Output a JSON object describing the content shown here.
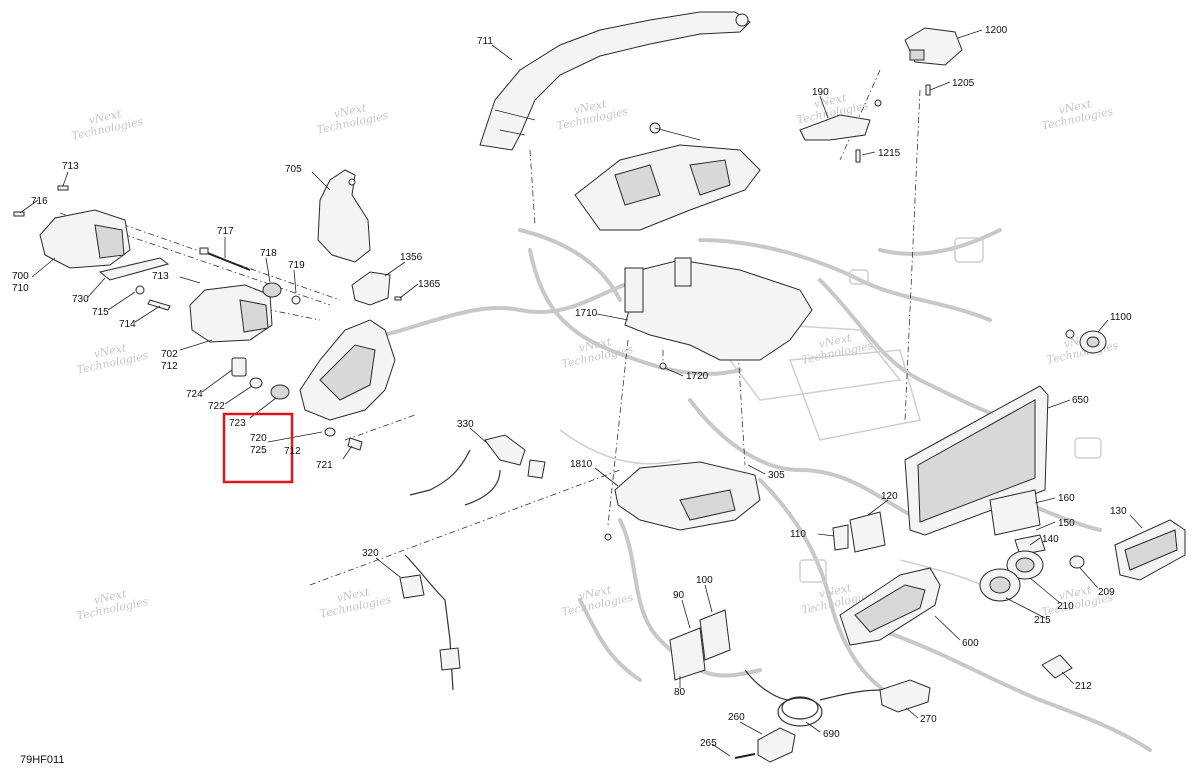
{
  "figure_code": "79HF011",
  "watermark": {
    "line1": "vNext",
    "line2": "Technologies"
  },
  "highlight_color": "#e0161d",
  "callouts": [
    {
      "id": "c711",
      "label": "711"
    },
    {
      "id": "c1200",
      "label": "1200"
    },
    {
      "id": "c1205",
      "label": "1205"
    },
    {
      "id": "c190",
      "label": "190"
    },
    {
      "id": "c1215",
      "label": "1215"
    },
    {
      "id": "c713a",
      "label": "713"
    },
    {
      "id": "c716",
      "label": "716"
    },
    {
      "id": "c705",
      "label": "705"
    },
    {
      "id": "c717",
      "label": "717"
    },
    {
      "id": "c718",
      "label": "718"
    },
    {
      "id": "c719",
      "label": "719"
    },
    {
      "id": "c1356",
      "label": "1356"
    },
    {
      "id": "c1365",
      "label": "1365"
    },
    {
      "id": "c700",
      "label": "700"
    },
    {
      "id": "c710",
      "label": "710"
    },
    {
      "id": "c713b",
      "label": "713"
    },
    {
      "id": "c730",
      "label": "730"
    },
    {
      "id": "c715",
      "label": "715"
    },
    {
      "id": "c714",
      "label": "714"
    },
    {
      "id": "c1710",
      "label": "1710"
    },
    {
      "id": "c1100",
      "label": "1100"
    },
    {
      "id": "c702",
      "label": "702"
    },
    {
      "id": "c712a",
      "label": "712"
    },
    {
      "id": "c1720",
      "label": "1720"
    },
    {
      "id": "c724",
      "label": "724"
    },
    {
      "id": "c722",
      "label": "722"
    },
    {
      "id": "c650",
      "label": "650"
    },
    {
      "id": "c723",
      "label": "723"
    },
    {
      "id": "c720",
      "label": "720"
    },
    {
      "id": "c725",
      "label": "725"
    },
    {
      "id": "c712b",
      "label": "712"
    },
    {
      "id": "c721",
      "label": "721"
    },
    {
      "id": "c330",
      "label": "330"
    },
    {
      "id": "c305",
      "label": "305"
    },
    {
      "id": "c1810",
      "label": "1810"
    },
    {
      "id": "c120",
      "label": "120"
    },
    {
      "id": "c160",
      "label": "160"
    },
    {
      "id": "c130",
      "label": "130"
    },
    {
      "id": "c150",
      "label": "150"
    },
    {
      "id": "c110",
      "label": "110"
    },
    {
      "id": "c140",
      "label": "140"
    },
    {
      "id": "c320",
      "label": "320"
    },
    {
      "id": "c209",
      "label": "209"
    },
    {
      "id": "c210",
      "label": "210"
    },
    {
      "id": "c100",
      "label": "100"
    },
    {
      "id": "c90",
      "label": "90"
    },
    {
      "id": "c215",
      "label": "215"
    },
    {
      "id": "c600",
      "label": "600"
    },
    {
      "id": "c80",
      "label": "80"
    },
    {
      "id": "c212",
      "label": "212"
    },
    {
      "id": "c260",
      "label": "260"
    },
    {
      "id": "c270",
      "label": "270"
    },
    {
      "id": "c690",
      "label": "690"
    },
    {
      "id": "c265",
      "label": "265"
    }
  ]
}
